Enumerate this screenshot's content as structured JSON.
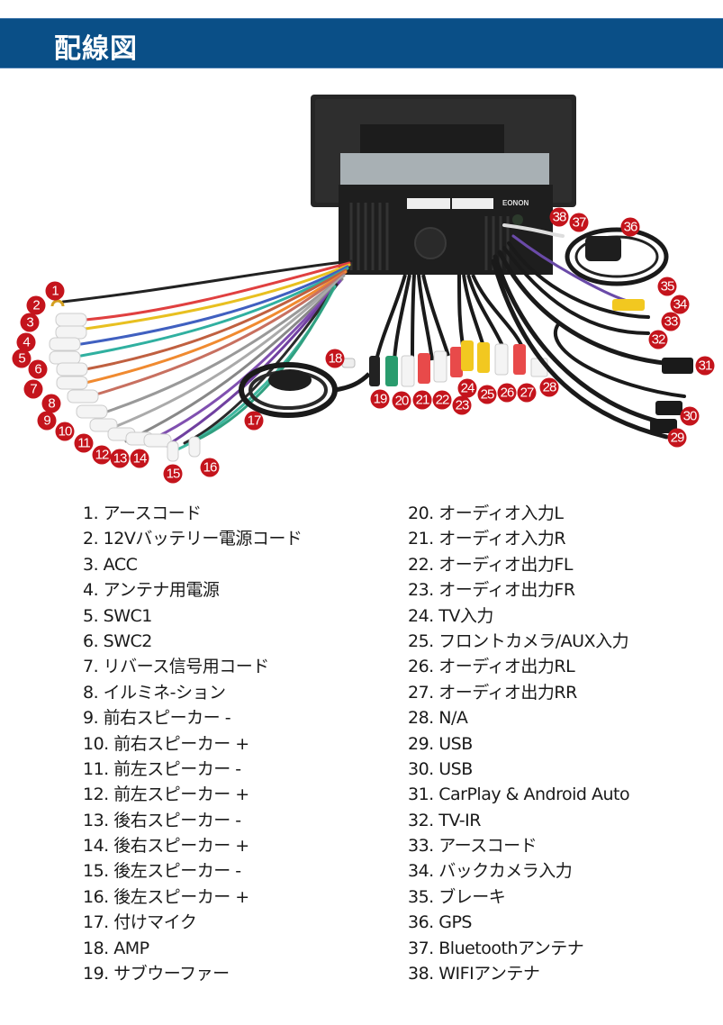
{
  "header": {
    "title": "配線図"
  },
  "colors": {
    "banner": "#0a4f87",
    "badge": "#c4141c",
    "text": "#1a1a1a"
  },
  "device": {
    "brand": "EONON"
  },
  "badges": [
    "1",
    "2",
    "3",
    "4",
    "5",
    "6",
    "7",
    "8",
    "9",
    "10",
    "11",
    "12",
    "13",
    "14",
    "15",
    "16",
    "17",
    "18",
    "19",
    "20",
    "21",
    "22",
    "23",
    "24",
    "25",
    "26",
    "27",
    "28",
    "29",
    "30",
    "31",
    "32",
    "33",
    "34",
    "35",
    "36",
    "37",
    "38"
  ],
  "legend": {
    "left": [
      "1. アースコード",
      "2. 12Vバッテリー電源コード",
      "3. ACC",
      "4. アンテナ用電源",
      "5. SWC1",
      "6. SWC2",
      "7. リバース信号用コード",
      "8. イルミネ-ション",
      "9. 前右スピーカー -",
      "10. 前右スピーカー +",
      "11. 前左スピーカー -",
      "12. 前左スピーカー +",
      "13. 後右スピーカー -",
      "14. 後右スピーカー +",
      "15. 後左スピーカー -",
      "16. 後左スピーカー +",
      "17. 付けマイク",
      "18. AMP",
      "19. サブウーファー"
    ],
    "right": [
      "20. オーディオ入力L",
      "21. オーディオ入力R",
      "22. オーディオ出力FL",
      "23. オーディオ出力FR",
      "24. TV入力",
      "25. フロントカメラ/AUX入力",
      "26. オーディオ出力RL",
      "27. オーディオ出力RR",
      "28. N/A",
      "29. USB",
      "30. USB",
      "31. CarPlay & Android Auto",
      "32. TV-IR",
      "33. アースコード",
      "34. バックカメラ入力",
      "35. ブレーキ",
      "36. GPS",
      "37. Bluetoothアンテナ",
      "38. WIFIアンテナ"
    ]
  }
}
